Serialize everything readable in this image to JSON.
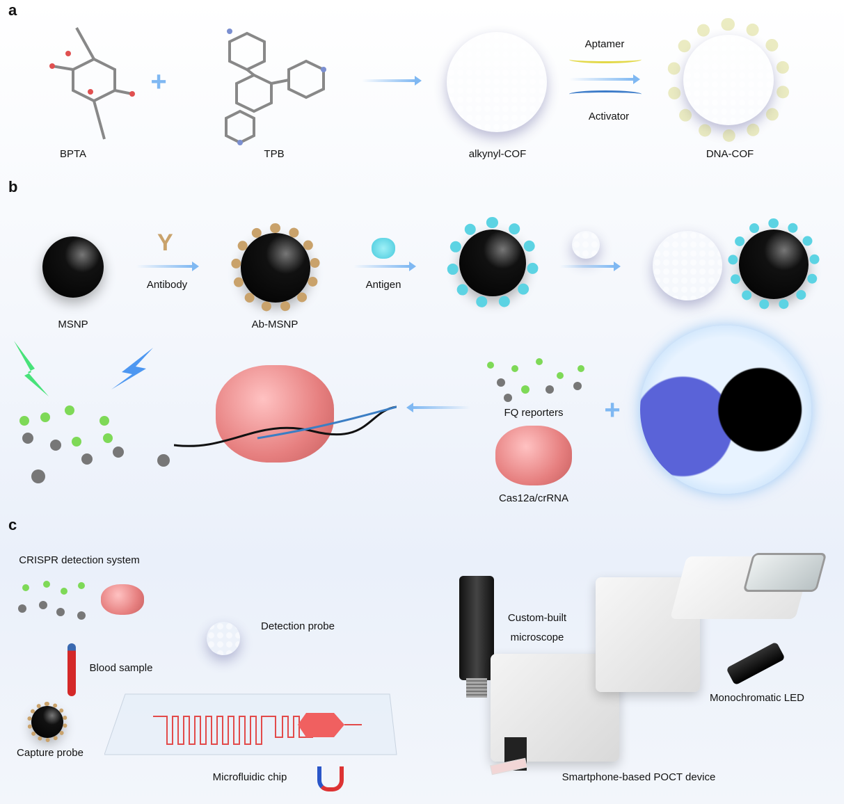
{
  "panels": {
    "a": "a",
    "b": "b",
    "c": "c"
  },
  "panel_a": {
    "bpta": "BPTA",
    "tpb": "TPB",
    "alkynyl_cof": "alkynyl-COF",
    "aptamer": "Aptamer",
    "activator": "Activator",
    "dna_cof": "DNA-COF"
  },
  "panel_b": {
    "msnp": "MSNP",
    "antibody": "Antibody",
    "ab_msnp": "Ab-MSNP",
    "antigen": "Antigen",
    "fq_reporters": "FQ reporters",
    "cas12a": "Cas12a/crRNA"
  },
  "panel_c": {
    "crispr": "CRISPR detection system",
    "detection_probe": "Detection probe",
    "blood_sample": "Blood sample",
    "capture_probe": "Capture probe",
    "microfluidic_chip": "Microfluidic chip",
    "microscope_line1": "Custom-built",
    "microscope_line2": "microscope",
    "led": "Monochromatic LED",
    "device": "Smartphone-based POCT device"
  },
  "colors": {
    "arrow": "#7fb8f2",
    "cof": "#5a63d8",
    "cas": "#e67f7f",
    "reporter": "#7ed957",
    "chip": "#e24a4a"
  }
}
